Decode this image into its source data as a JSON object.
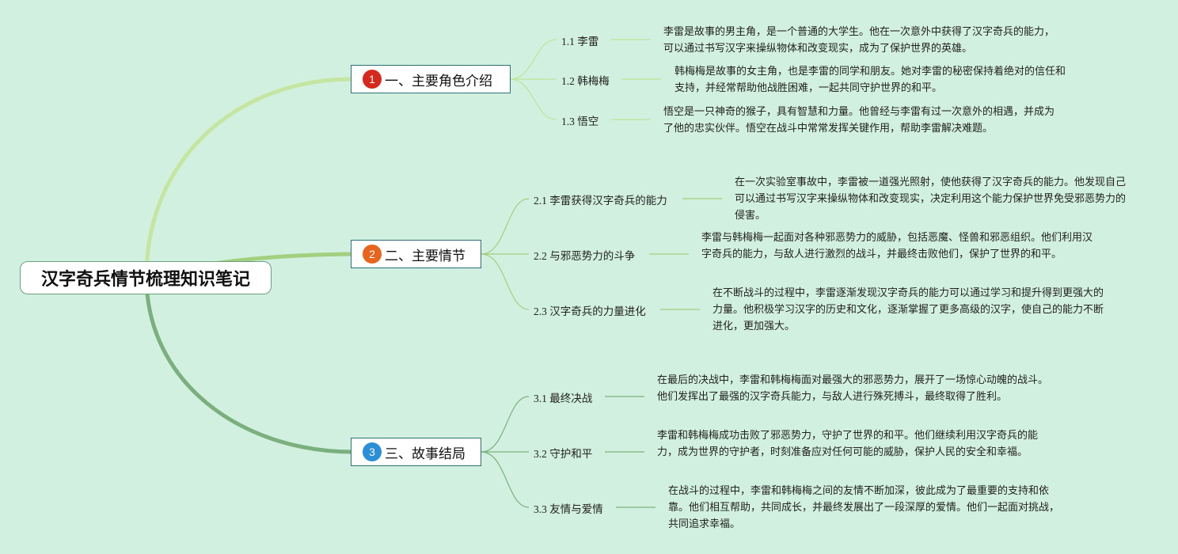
{
  "colors": {
    "background": "#d2f0df",
    "branch1_curve": "#bfe49a",
    "branch2_curve": "#9fcf7a",
    "branch3_curve": "#79b07c",
    "badge1": "#d6281d",
    "badge2": "#e8641d",
    "badge3": "#2b8fd8",
    "node_border": "#2f6f7a"
  },
  "root": {
    "title": "汉字奇兵情节梳理知识笔记"
  },
  "branches": [
    {
      "badge": "1",
      "title": "一、主要角色介绍",
      "children": [
        {
          "num": "1.1",
          "label": "李雷",
          "text": "李雷是故事的男主角，是一个普通的大学生。他在一次意外中获得了汉字奇兵的能力，可以通过书写汉字来操纵物体和改变现实，成为了保护世界的英雄。"
        },
        {
          "num": "1.2",
          "label": "韩梅梅",
          "text": "韩梅梅是故事的女主角，也是李雷的同学和朋友。她对李雷的秘密保持着绝对的信任和支持，并经常帮助他战胜困难，一起共同守护世界的和平。"
        },
        {
          "num": "1.3",
          "label": "悟空",
          "text": "悟空是一只神奇的猴子，具有智慧和力量。他曾经与李雷有过一次意外的相遇，并成为了他的忠实伙伴。悟空在战斗中常常发挥关键作用，帮助李雷解决难题。"
        }
      ]
    },
    {
      "badge": "2",
      "title": "二、主要情节",
      "children": [
        {
          "num": "2.1",
          "label": "李雷获得汉字奇兵的能力",
          "text": "在一次实验室事故中，李雷被一道强光照射，使他获得了汉字奇兵的能力。他发现自己可以通过书写汉字来操纵物体和改变现实，决定利用这个能力保护世界免受邪恶势力的侵害。"
        },
        {
          "num": "2.2",
          "label": "与邪恶势力的斗争",
          "text": "李雷与韩梅梅一起面对各种邪恶势力的威胁，包括恶魔、怪兽和邪恶组织。他们利用汉字奇兵的能力，与敌人进行激烈的战斗，并最终击败他们，保护了世界的和平。"
        },
        {
          "num": "2.3",
          "label": "汉字奇兵的力量进化",
          "text": "在不断战斗的过程中，李雷逐渐发现汉字奇兵的能力可以通过学习和提升得到更强大的力量。他积极学习汉字的历史和文化，逐渐掌握了更多高级的汉字，使自己的能力不断进化，更加强大。"
        }
      ]
    },
    {
      "badge": "3",
      "title": "三、故事结局",
      "children": [
        {
          "num": "3.1",
          "label": "最终决战",
          "text": "在最后的决战中，李雷和韩梅梅面对最强大的邪恶势力，展开了一场惊心动魄的战斗。他们发挥出了最强的汉字奇兵能力，与敌人进行殊死搏斗，最终取得了胜利。"
        },
        {
          "num": "3.2",
          "label": "守护和平",
          "text": "李雷和韩梅梅成功击败了邪恶势力，守护了世界的和平。他们继续利用汉字奇兵的能力，成为世界的守护者，时刻准备应对任何可能的威胁，保护人民的安全和幸福。"
        },
        {
          "num": "3.3",
          "label": "友情与爱情",
          "text": "在战斗的过程中，李雷和韩梅梅之间的友情不断加深，彼此成为了最重要的支持和依靠。他们相互帮助，共同成长，并最终发展出了一段深厚的爱情。他们一起面对挑战，共同追求幸福。"
        }
      ]
    }
  ]
}
